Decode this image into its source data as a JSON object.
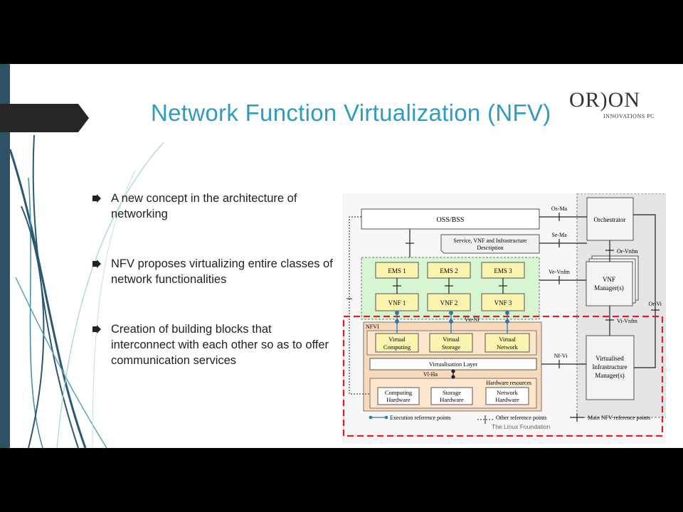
{
  "slide": {
    "title": "Network Function Virtualization (NFV)",
    "logo": {
      "text": "OR)ON",
      "subtitle": "INNOVATIONS PC"
    },
    "bullets": [
      "A new concept in the architecture of networking",
      "NFV proposes virtualizing entire classes of network functionalities",
      "Creation of building blocks that interconnect with each other so as to offer communication services"
    ]
  },
  "diagram": {
    "oss_bss": "OSS/BSS",
    "service_desc_line1": "Service, VNF and Infrastructure",
    "service_desc_line2": "Description",
    "orchestrator": "Orchestrator",
    "ems": [
      "EMS 1",
      "EMS 2",
      "EMS 3"
    ],
    "vnf": [
      "VNF 1",
      "VNF 2",
      "VNF 3"
    ],
    "vnf_manager_line1": "VNF",
    "vnf_manager_line2": "Manager(s)",
    "vim_line1": "Virtualised",
    "vim_line2": "Infrastructure",
    "vim_line3": "Manager(s)",
    "nfvi": "NFVI",
    "virtual_computing": [
      "Virtual",
      "Computing"
    ],
    "virtual_storage": [
      "Virtual",
      "Storage"
    ],
    "virtual_network": [
      "Virtual",
      "Network"
    ],
    "virtualisation_layer": "Virtualisation Layer",
    "hardware_resources": "Hardware resources",
    "computing_hardware": [
      "Computing",
      "Hardware"
    ],
    "storage_hardware": [
      "Storage",
      "Hardware"
    ],
    "network_hardware": [
      "Network",
      "Hardware"
    ],
    "ref_points": {
      "os_ma": "Os-Ma",
      "se_ma": "Se-Ma",
      "or_vnfm": "Or-Vnfm",
      "ve_vnfm": "Ve-Vnfm",
      "or_vi": "Or-Vi",
      "vi_vnfm": "Vi-Vnfm",
      "vn_nf": "Vn-Nf",
      "nf_vi": "Nf-Vi",
      "vi_ha": "Vl-Ha"
    },
    "legend": {
      "execution": "Execution reference points",
      "other": "Other reference points",
      "main": "Main NFV reference points"
    },
    "credit": "The Linux Foundation"
  },
  "colors": {
    "title": "#2f9bbf",
    "left_bar": "#2d5166",
    "ems_area": "#d7f5d0",
    "nfvi_area": "#f8d9b9",
    "mano_area": "#e5e5e5",
    "highlight_red": "#e02020",
    "execution_blue": "#2a78b5"
  }
}
